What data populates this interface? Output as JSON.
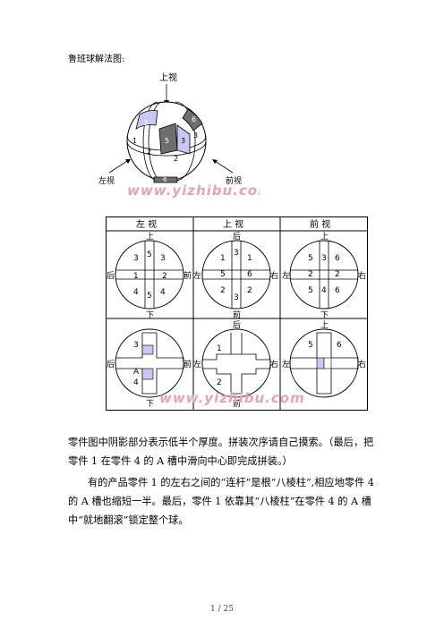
{
  "heading": "鲁班球解法图:",
  "top_figure": {
    "view_top": "上视",
    "view_left": "左视",
    "view_front": "前视",
    "parts": [
      "3",
      "1",
      "5",
      "3",
      "2",
      "2",
      "6",
      "3",
      "6"
    ],
    "watermark": "www.yizhibu.com"
  },
  "table": {
    "headers": [
      "左 视",
      "上 视",
      "前 视"
    ],
    "row1": {
      "left": {
        "top": "上",
        "bottom": "下",
        "leftside": "后",
        "rightside": "前",
        "nums": [
          "3",
          "5",
          "3",
          "1",
          "2",
          "4",
          "5",
          "4"
        ]
      },
      "mid": {
        "top": "后",
        "bottom": "前",
        "leftside": "左",
        "rightside": "右",
        "nums": [
          "1",
          "3",
          "1",
          "5",
          "6",
          "2",
          "3",
          "2"
        ]
      },
      "right": {
        "top": "上",
        "bottom": "下",
        "leftside": "左",
        "rightside": "右",
        "nums": [
          "5",
          "3",
          "6",
          "2",
          "2",
          "5",
          "4",
          "6"
        ]
      }
    },
    "row2": {
      "left": {
        "bottom": "下",
        "leftside": "后",
        "rightside": "前",
        "nums": [
          "3",
          "A",
          "4"
        ]
      },
      "mid": {
        "top": "后",
        "bottom": "前",
        "leftside": "左",
        "rightside": "右",
        "nums": [
          "1",
          "2"
        ]
      },
      "right": {
        "top": "上",
        "leftside": "左",
        "rightside": "右",
        "nums": [
          "5",
          "6"
        ]
      }
    },
    "watermark": "www.yizhibu.com"
  },
  "para1": "零件图中阴影部分表示低半个厚度。拼装次序请自己摸索。（最后，把零件 1 在零件 4 的 A 槽中滑向中心即完成拼装。）",
  "para2": "有的产品零件 1 的左右之间的“连杆”是根“八棱柱”,相应地零件 4 的 A 槽也缩短一半。最后，零件 1 依靠其“八棱柱”在零件 4 的 A 槽中“就地翻滚”锁定整个球。",
  "page_number": "1 / 25",
  "colors": {
    "shade": "#c8c8f0",
    "dark": "#6e6e6e",
    "watermark": "#e6a0c0"
  }
}
